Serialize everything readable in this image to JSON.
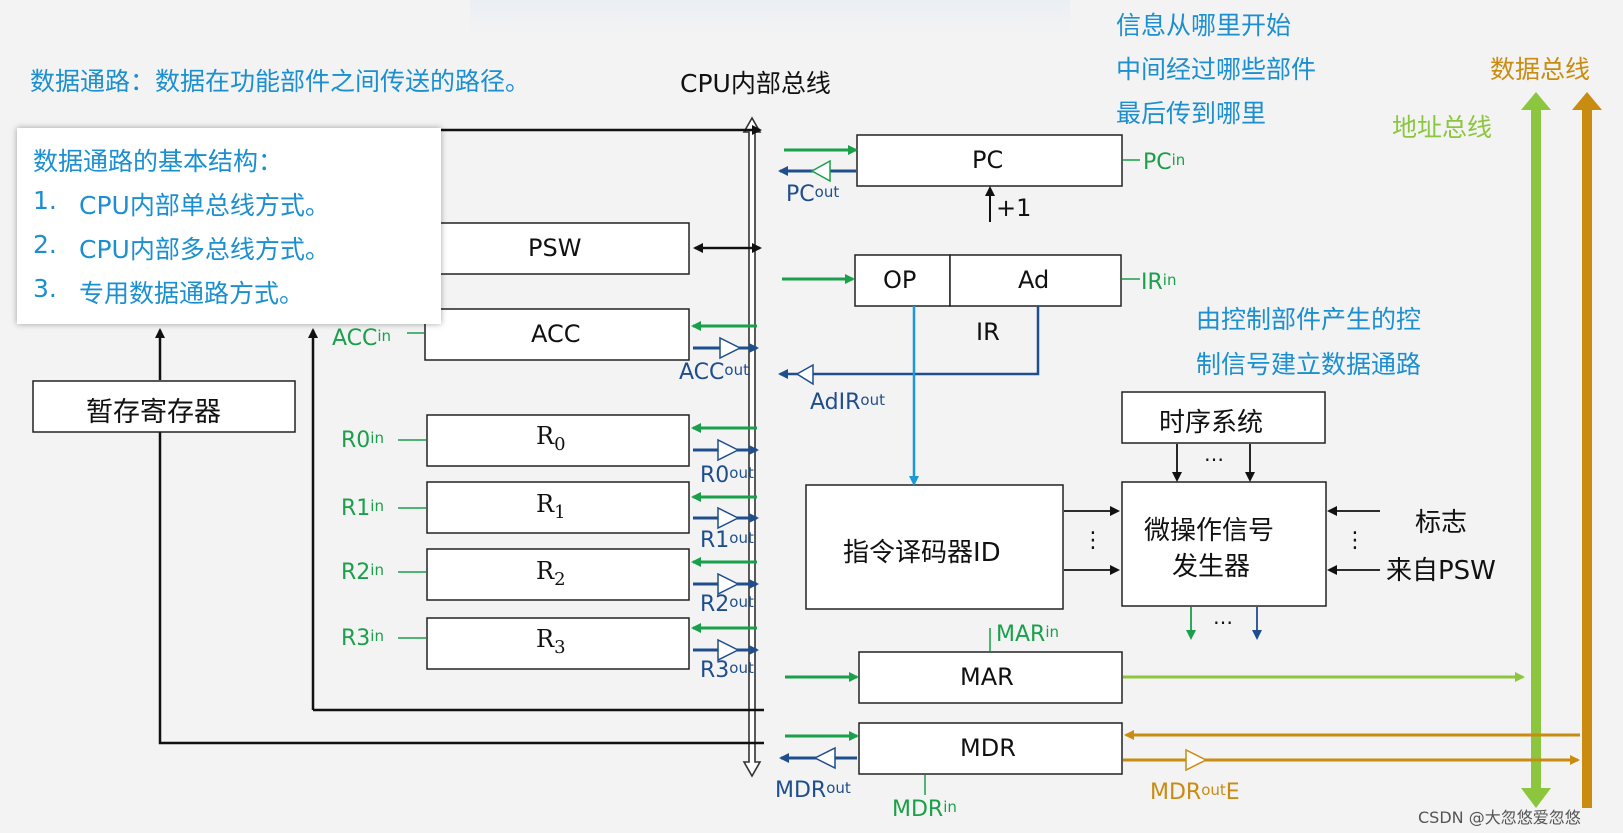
{
  "heading": {
    "definition": "数据通路：数据在功能部件之间传送的路径。",
    "bus_label": "CPU内部总线"
  },
  "questions": [
    "信息从哪里开始",
    "中间经过哪些部件",
    "最后传到哪里"
  ],
  "structure_card": {
    "title": "数据通路的基本结构：",
    "items": [
      {
        "num": "1.",
        "text": "CPU内部单总线方式。"
      },
      {
        "num": "2.",
        "text": "CPU内部多总线方式。"
      },
      {
        "num": "3.",
        "text": "专用数据通路方式。"
      }
    ]
  },
  "control_note": [
    "由控制部件产生的控",
    "制信号建立数据通路"
  ],
  "buses": {
    "data": "数据总线",
    "address": "地址总线"
  },
  "registers": {
    "pc": "PC",
    "plus_one": "+1",
    "op": "OP",
    "ad": "Ad",
    "ir": "IR",
    "psw": "PSW",
    "acc": "ACC",
    "temp": "暂存寄存器",
    "r0": "R",
    "r1": "R",
    "r2": "R",
    "r3": "R",
    "mar": "MAR",
    "mdr": "MDR"
  },
  "register_subscripts": {
    "r0": "0",
    "r1": "1",
    "r2": "2",
    "r3": "3"
  },
  "units": {
    "timing": "时序系统",
    "decoder": "指令译码器ID",
    "micro_op": [
      "微操作信号",
      "发生器"
    ],
    "flag": "标志",
    "from_psw": "来自PSW",
    "dots_h": "…",
    "dots_v": "⋮"
  },
  "signals": {
    "pc_in": {
      "base": "PC",
      "sub": "in"
    },
    "pc_out": {
      "base": "PC",
      "sub": "out"
    },
    "ir_in": {
      "base": "IR",
      "sub": "in"
    },
    "ad_ir_out": {
      "base": "AdIR",
      "sub": "out"
    },
    "acc_in": {
      "base": "ACC",
      "sub": "in"
    },
    "acc_out": {
      "base": "ACC",
      "sub": "out"
    },
    "r0_in": {
      "base": "R0",
      "sub": "in"
    },
    "r0_out": {
      "base": "R0",
      "sub": "out"
    },
    "r1_in": {
      "base": "R1",
      "sub": "in"
    },
    "r1_out": {
      "base": "R1",
      "sub": "out"
    },
    "r2_in": {
      "base": "R2",
      "sub": "in"
    },
    "r2_out": {
      "base": "R2",
      "sub": "out"
    },
    "r3_in": {
      "base": "R3",
      "sub": "in"
    },
    "r3_out": {
      "base": "R3",
      "sub": "out"
    },
    "mar_in": {
      "base": "MAR",
      "sub": "in"
    },
    "mdr_in": {
      "base": "MDR",
      "sub": "in"
    },
    "mdr_out": {
      "base": "MDR",
      "sub": "out"
    },
    "mdr_out_e": {
      "base": "MDR",
      "sub": "out",
      "tail": "E"
    }
  },
  "watermark": "CSDN @大忽悠爱忽悠",
  "colors": {
    "blue_text": "#1b8fcf",
    "green": "#1a9f4a",
    "navy": "#1f4e8c",
    "light_green": "#8cc63f",
    "gold": "#c98b10",
    "cyan_line": "#1a9ad6"
  }
}
